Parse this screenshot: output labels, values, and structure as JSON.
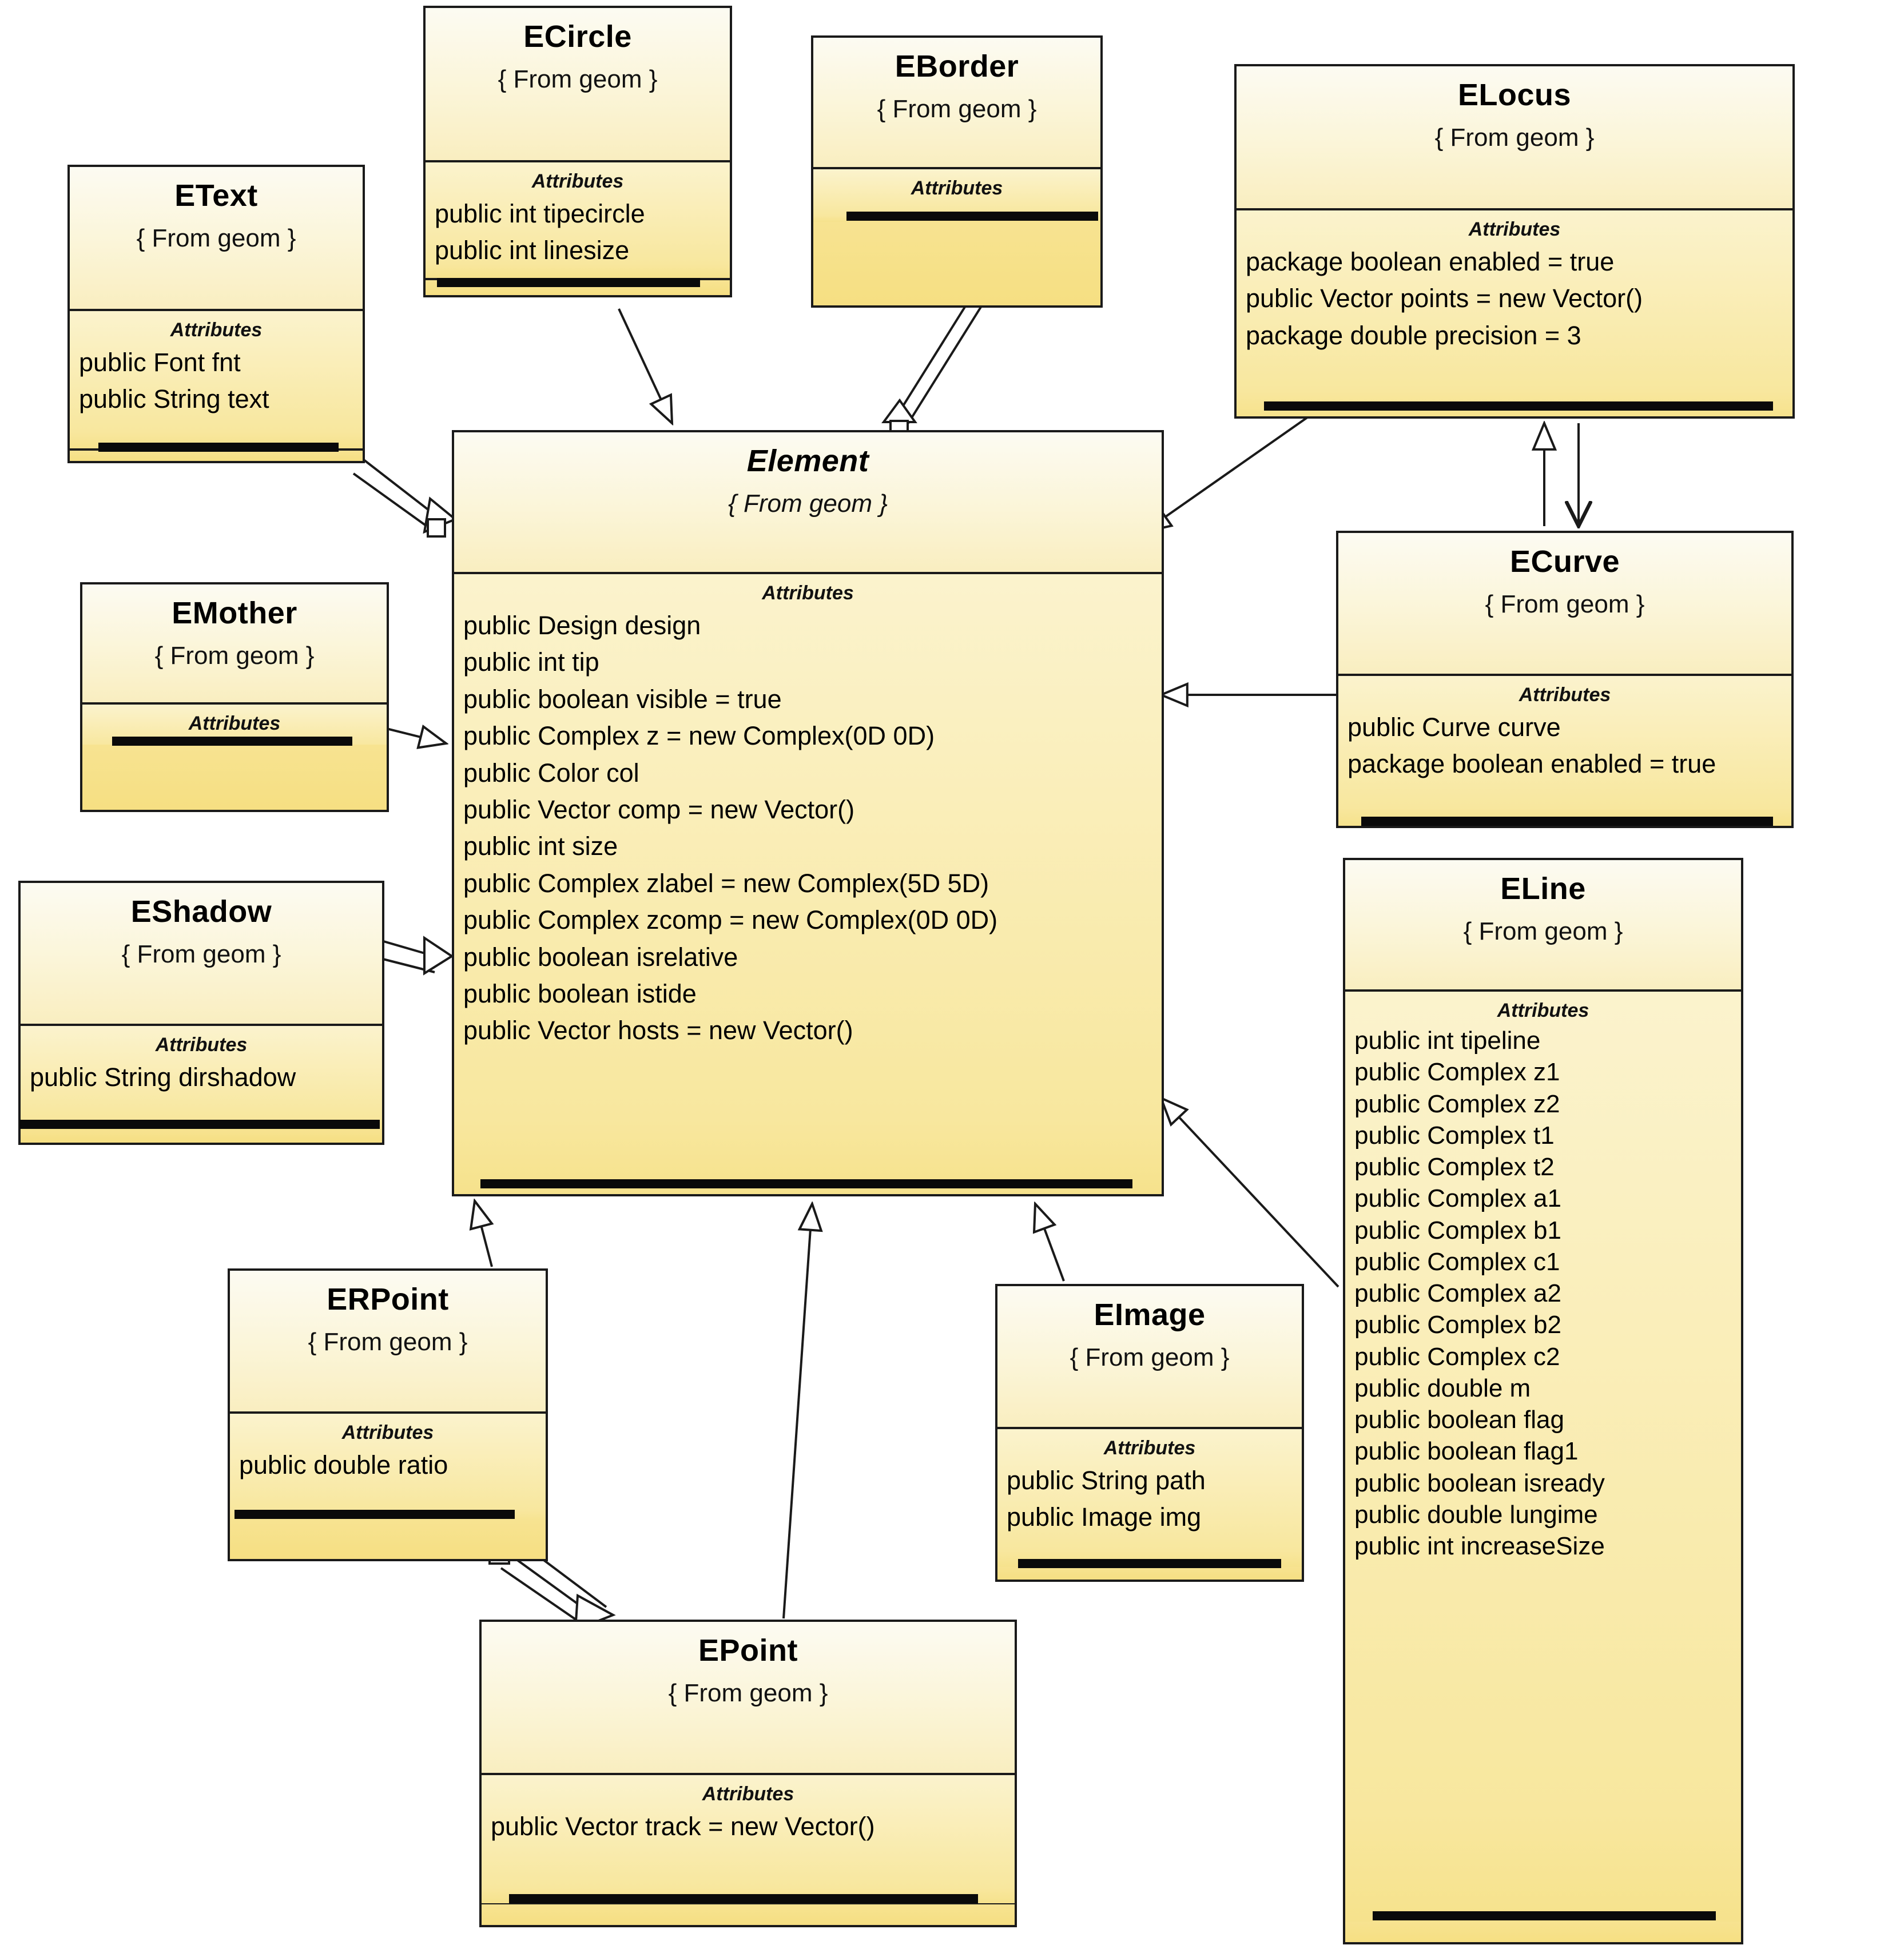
{
  "diagram": {
    "title": "UML Class Diagram - geom package",
    "package_tag": "{ From geom }",
    "attributes_label": "Attributes",
    "colors": {
      "box_border": "#1a1a1a",
      "header_fill": "#fbf5d8",
      "attrs_fill": "#f8e79e",
      "method_bar": "#0a0a0a",
      "background": "#ffffff",
      "edge_stroke": "#1a1a1a"
    }
  },
  "classes": [
    {
      "id": "ecircle",
      "name": "ECircle",
      "package": "{ From geom }",
      "italic": false,
      "attributes_label": "Attributes",
      "attributes": [
        "public int tipecircle",
        "public int linesize"
      ]
    },
    {
      "id": "eborder",
      "name": "EBorder",
      "package": "{ From geom }",
      "italic": false,
      "attributes_label": "Attributes",
      "attributes": []
    },
    {
      "id": "elocus",
      "name": "ELocus",
      "package": "{ From geom }",
      "italic": false,
      "attributes_label": "Attributes",
      "attributes": [
        "package boolean enabled = true",
        "public Vector points = new Vector()",
        "package double precision = 3"
      ]
    },
    {
      "id": "etext",
      "name": "EText",
      "package": "{ From geom }",
      "italic": false,
      "attributes_label": "Attributes",
      "attributes": [
        "public Font fnt",
        "public String text"
      ]
    },
    {
      "id": "element",
      "name": "Element",
      "package": "{ From geom }",
      "italic": true,
      "attributes_label": "Attributes",
      "attributes": [
        "public Design design",
        "public int tip",
        "public boolean visible = true",
        "public Complex z = new Complex(0D 0D)",
        "public Color col",
        "public Vector comp = new Vector()",
        "public int size",
        "public Complex zlabel = new Complex(5D 5D)",
        "public Complex zcomp = new Complex(0D 0D)",
        "public boolean isrelative",
        "public boolean istide",
        "public Vector hosts = new Vector()"
      ]
    },
    {
      "id": "ecurve",
      "name": "ECurve",
      "package": "{ From geom }",
      "italic": false,
      "attributes_label": "Attributes",
      "attributes": [
        "public Curve curve",
        "package boolean enabled = true"
      ]
    },
    {
      "id": "emother",
      "name": "EMother",
      "package": "{ From geom }",
      "italic": false,
      "attributes_label": "Attributes",
      "attributes": []
    },
    {
      "id": "eshadow",
      "name": "EShadow",
      "package": "{ From geom }",
      "italic": false,
      "attributes_label": "Attributes",
      "attributes": [
        "public String dirshadow"
      ]
    },
    {
      "id": "eline",
      "name": "ELine",
      "package": "{ From geom }",
      "italic": false,
      "attributes_label": "Attributes",
      "attributes": [
        "public int tipeline",
        "public Complex z1",
        "public Complex z2",
        "public Complex t1",
        "public Complex t2",
        "public Complex a1",
        "public Complex b1",
        "public Complex c1",
        "public Complex a2",
        "public Complex b2",
        "public Complex c2",
        "public double m",
        "public boolean flag",
        "public boolean flag1",
        "public boolean isready",
        "public double lungime",
        "public int increaseSize"
      ]
    },
    {
      "id": "erpoint",
      "name": "ERPoint",
      "package": "{ From geom }",
      "italic": false,
      "attributes_label": "Attributes",
      "attributes": [
        "public double ratio"
      ]
    },
    {
      "id": "eimage",
      "name": "EImage",
      "package": "{ From geom }",
      "italic": false,
      "attributes_label": "Attributes",
      "attributes": [
        "public String path",
        "public Image img"
      ]
    },
    {
      "id": "epoint",
      "name": "EPoint",
      "package": "{ From geom }",
      "italic": false,
      "attributes_label": "Attributes",
      "attributes": [
        "public Vector track = new Vector()"
      ]
    }
  ],
  "relationships": [
    {
      "from": "ecircle",
      "to": "element",
      "type": "generalization"
    },
    {
      "from": "eborder",
      "to": "element",
      "type": "aggregation-generalization"
    },
    {
      "from": "etext",
      "to": "element",
      "type": "aggregation-generalization"
    },
    {
      "from": "emother",
      "to": "element",
      "type": "generalization"
    },
    {
      "from": "eshadow",
      "to": "element",
      "type": "aggregation-generalization"
    },
    {
      "from": "element",
      "to": "elocus",
      "type": "generalization"
    },
    {
      "from": "ecurve",
      "to": "elocus",
      "type": "generalization"
    },
    {
      "from": "ecurve",
      "to": "element",
      "type": "generalization"
    },
    {
      "from": "eline",
      "to": "element",
      "type": "generalization"
    },
    {
      "from": "erpoint",
      "to": "element",
      "type": "generalization"
    },
    {
      "from": "epoint",
      "to": "element",
      "type": "generalization"
    },
    {
      "from": "eimage",
      "to": "element",
      "type": "generalization"
    },
    {
      "from": "erpoint",
      "to": "epoint",
      "type": "aggregation"
    }
  ]
}
